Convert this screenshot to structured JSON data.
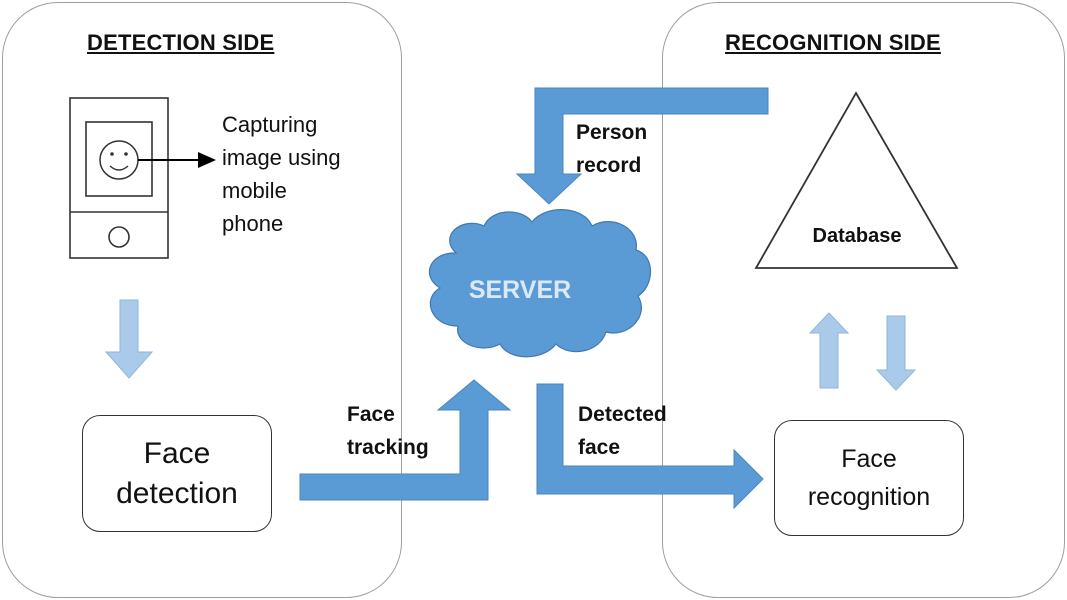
{
  "detection_side": {
    "title": "DETECTION SIDE",
    "capture_caption": "Capturing\nimage using\nmobile\nphone",
    "face_detection_label": "Face\ndetection"
  },
  "recognition_side": {
    "title": "RECOGNITION SIDE",
    "database_label": "Database",
    "face_recognition_label": "Face\nrecognition"
  },
  "server": {
    "label": "SERVER"
  },
  "flows": {
    "face_tracking": "Face\ntracking",
    "detected_face": "Detected\nface",
    "person_record": "Person\nrecord"
  },
  "colors": {
    "arrow_fill": "#5b9bd5",
    "arrow_light": "#a9cbe9",
    "cloud_fill": "#5b9bd5",
    "server_text": "#dbe9f6",
    "panel_border": "#9aa1a1",
    "box_border": "#333333"
  }
}
